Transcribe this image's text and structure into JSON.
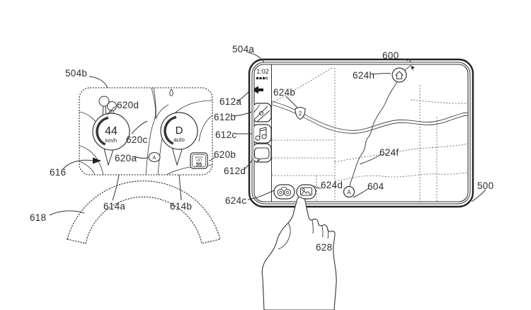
{
  "cluster": {
    "speed": "44",
    "speed_unit": "km/h",
    "gear": "D",
    "gear_mode": "auto",
    "speed_limit_word1": "SPEED",
    "speed_limit_word2": "LIMIT",
    "speed_limit_value": "55",
    "vehicle_marker": "A"
  },
  "tablet": {
    "status_time": "1:02",
    "route_shield": "2",
    "position_marker": "A"
  },
  "icons": {
    "sidebar": [
      "back-arrow-icon",
      "maps-app-icon",
      "music-app-icon",
      "messages-app-icon"
    ],
    "map": [
      "home-marker-icon",
      "route-shield-icon",
      "position-marker-icon",
      "cursor-icon"
    ],
    "buttons": [
      "binoculars-icon",
      "scene-icon"
    ],
    "cluster": [
      "trees-icon",
      "speed-gauge-arc",
      "gear-gauge-arc",
      "speed-limit-sign"
    ]
  },
  "colors": {
    "ink": "#333333",
    "paper": "#ffffff"
  },
  "refs": {
    "cluster_display": "504b",
    "trees": "620d",
    "road_fork": "620c",
    "vehicle_marker": "620a",
    "speed_limit_sign": "620b",
    "display_pointer": "616",
    "left_gauge": "614a",
    "right_gauge": "614b",
    "steering_wheel": "618",
    "tablet_display": "504a",
    "tablet_top": "600",
    "tablet_device": "500",
    "back_arrow": "612a",
    "maps_icon": "612b",
    "music_icon": "612c",
    "messages_icon": "612d",
    "route_shield": "624b",
    "binoculars_button": "624c",
    "touched_button": "624d",
    "route_road": "624f",
    "destination_marker": "624h",
    "map": "604",
    "hand": "628"
  }
}
